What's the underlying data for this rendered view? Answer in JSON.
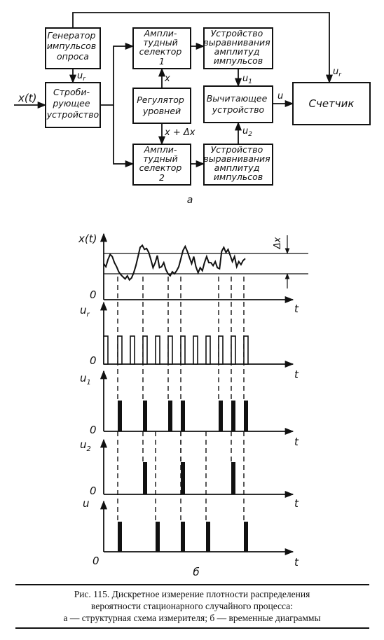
{
  "blocks": {
    "generator": [
      "Генератор",
      "импульсов",
      "опроса"
    ],
    "strobe": [
      "Строби-",
      "рующее",
      "устройство"
    ],
    "sel1": [
      "Ампли-",
      "тудный",
      "селектор",
      "1"
    ],
    "regulator": [
      "Регулятор",
      "уровней"
    ],
    "sel2": [
      "Ампли-",
      "тудный",
      "селектор",
      "2"
    ],
    "align1": [
      "Устройство",
      "выравнивания",
      "амплитуд",
      "импульсов"
    ],
    "subtract": [
      "Вычитающее",
      "устройство"
    ],
    "align2": [
      "Устройство",
      "выравнивания",
      "амплитуд",
      "импульсов"
    ],
    "counter": [
      "Счетчик"
    ]
  },
  "signals": {
    "input": "x(t)",
    "ur": "u",
    "ur_sub": "r",
    "x": "x",
    "x_dx": "x + Δx",
    "u1": "u",
    "u1_sub": "1",
    "u2": "u",
    "u2_sub": "2",
    "u": "u"
  },
  "panel_labels": {
    "a": "а",
    "b": "б"
  },
  "timing": {
    "axis_labels": [
      "x(t)",
      "u",
      "u",
      "u",
      "u"
    ],
    "axis_subs": [
      "",
      "r",
      "1",
      "2",
      ""
    ],
    "zero": "0",
    "t": "t",
    "dx": "Δx",
    "strobe_times": [
      148,
      168,
      186,
      204,
      222,
      240,
      258,
      276,
      294,
      312,
      330,
      348
    ],
    "u1_times": [
      168,
      204,
      240,
      258,
      312,
      330,
      348
    ],
    "u2_times": [
      204,
      258,
      330
    ],
    "u_times": [
      168,
      222,
      258,
      294,
      348
    ],
    "signal_levels": [
      0.5,
      0.35,
      0.7,
      0.95,
      0.85,
      0.55,
      0.35,
      0.1,
      -0.05,
      -0.15,
      -0.25,
      -0.1,
      -0.3,
      -0.2,
      0.05,
      0.4,
      0.85,
      1.3,
      1.4,
      1.2,
      1.25,
      1.05,
      0.7,
      0.3,
      0.55,
      0.9,
      0.3,
      0.35,
      0.55,
      0.2,
      0.0,
      -0.1,
      0.1,
      0.0,
      0.15,
      0.35,
      0.75,
      1.15,
      1.35,
      1.1,
      0.8,
      0.5,
      0.85,
      0.35,
      0.05,
      0.3,
      0.15,
      0.55,
      0.85,
      0.55,
      0.55,
      0.4,
      0.6,
      0.3,
      0.25,
      1.1,
      1.3,
      1.05,
      1.2,
      0.9,
      0.6,
      0.85,
      0.35,
      0.6,
      0.45,
      0.65,
      0.75
    ]
  },
  "caption": [
    "Рис. 115. Дискретное измерение плотности распределения",
    "вероятности стационарного случайного процесса:",
    "а — структурная схема измерителя;  б — временные диаграммы"
  ]
}
